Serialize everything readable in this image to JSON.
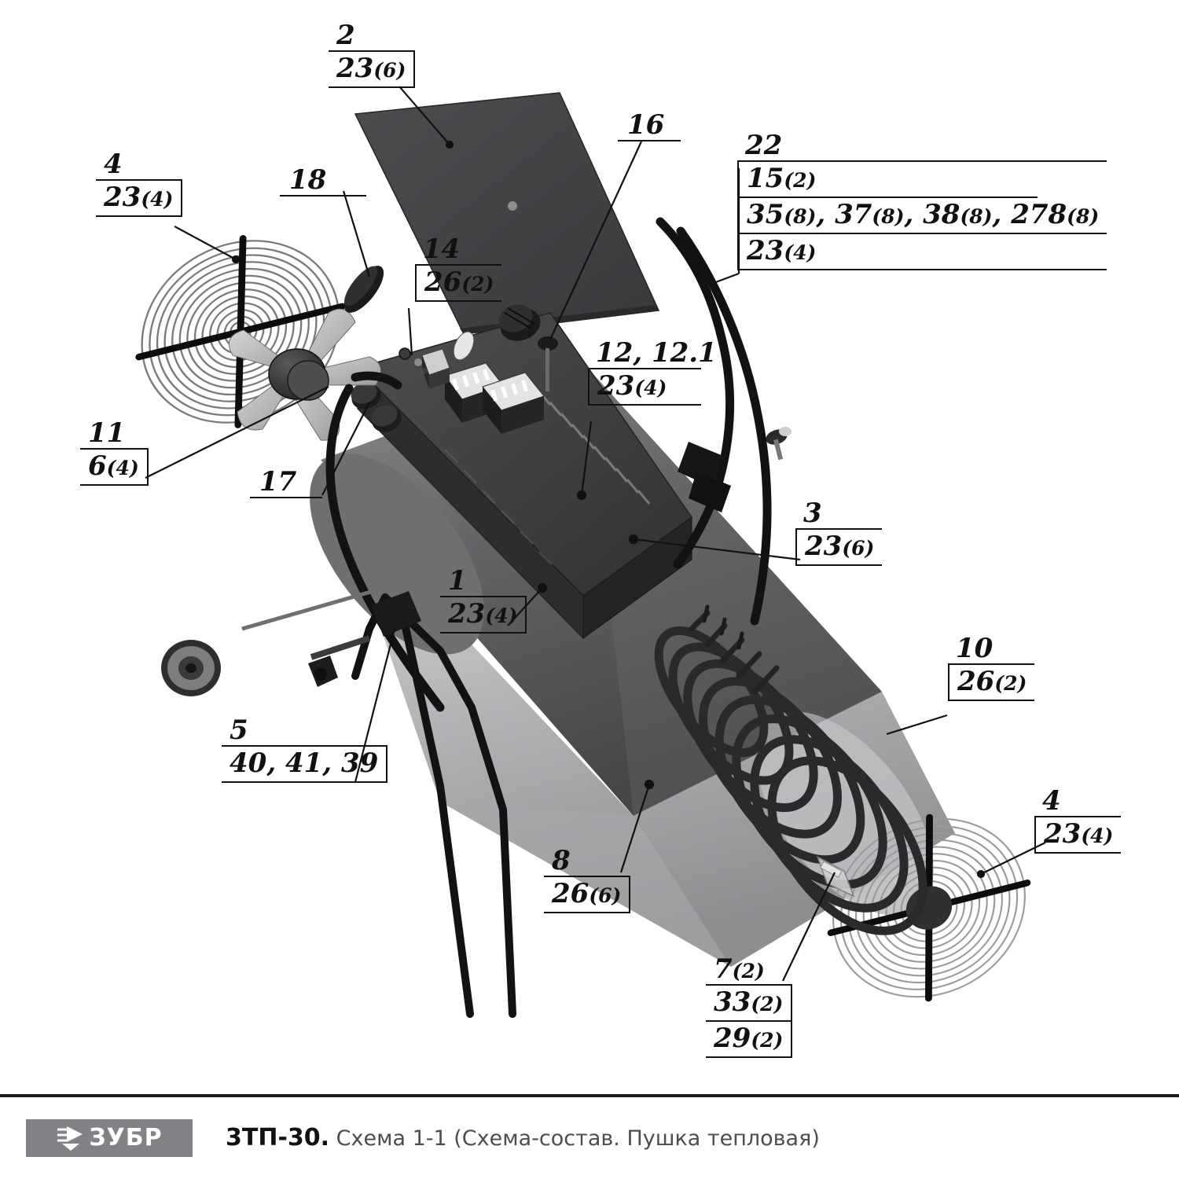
{
  "document": {
    "type": "exploded-parts-diagram",
    "brand": "ЗУБР",
    "model": "3ТП-30.",
    "title_suffix": "Схема 1-1 (Схема-состав. Пушка тепловая)"
  },
  "callouts": [
    {
      "id": "c2",
      "num": "2",
      "rows": [
        {
          "part": "23",
          "qty": "(6)"
        }
      ]
    },
    {
      "id": "c4a",
      "num": "4",
      "rows": [
        {
          "part": "23",
          "qty": "(4)"
        }
      ]
    },
    {
      "id": "c18",
      "num": "18",
      "rows": []
    },
    {
      "id": "c14",
      "num": "14",
      "rows": [
        {
          "part": "26",
          "qty": "(2)"
        }
      ]
    },
    {
      "id": "c16",
      "num": "16",
      "rows": []
    },
    {
      "id": "c22",
      "num": "22",
      "rows": [
        {
          "part": "15",
          "qty": "(2)"
        },
        {
          "part": "35",
          "qty": "(8)",
          "extra": ", 37(8), 38(8), 278(8)"
        },
        {
          "part": "23",
          "qty": "(4)"
        }
      ]
    },
    {
      "id": "c12",
      "num": "12, 12.1",
      "rows": [
        {
          "part": "23",
          "qty": "(4)"
        }
      ]
    },
    {
      "id": "c11",
      "num": "11",
      "rows": [
        {
          "part": "6",
          "qty": "(4)"
        }
      ]
    },
    {
      "id": "c17",
      "num": "17",
      "rows": []
    },
    {
      "id": "c3",
      "num": "3",
      "rows": [
        {
          "part": "23",
          "qty": "(6)"
        }
      ]
    },
    {
      "id": "c1",
      "num": "1",
      "rows": [
        {
          "part": "23",
          "qty": "(4)"
        }
      ]
    },
    {
      "id": "c5",
      "num": "5",
      "rows": [
        {
          "part": "40, 41, 39",
          "qty": ""
        }
      ]
    },
    {
      "id": "c10",
      "num": "10",
      "rows": [
        {
          "part": "26",
          "qty": "(2)"
        }
      ]
    },
    {
      "id": "c8",
      "num": "8",
      "rows": [
        {
          "part": "26",
          "qty": "(6)"
        }
      ]
    },
    {
      "id": "c4b",
      "num": "4",
      "rows": [
        {
          "part": "23",
          "qty": "(4)"
        }
      ]
    },
    {
      "id": "c7",
      "num": "7",
      "num_qty": "(2)",
      "rows": [
        {
          "part": "33",
          "qty": "(2)"
        },
        {
          "part": "29",
          "qty": "(2)"
        }
      ]
    }
  ],
  "labels": {
    "c2_num": "2",
    "c2_r1": "23",
    "c2_r1q": "(6)",
    "c4a_num": "4",
    "c4a_r1": "23",
    "c4a_r1q": "(4)",
    "c18_num": "18",
    "c14_num": "14",
    "c14_r1": "26",
    "c14_r1q": "(2)",
    "c16_num": "16",
    "c22_num": "22",
    "c22_r1": "15",
    "c22_r1q": "(2)",
    "c22_r2": "35",
    "c22_r2q": "(8)",
    "c22_r2x": ", 37",
    "c22_r2xq": "(8)",
    "c22_r2y": ", 38",
    "c22_r2yq": "(8)",
    "c22_r2z": ", 278",
    "c22_r2zq": "(8)",
    "c22_r3": "23",
    "c22_r3q": "(4)",
    "c12_num": "12, 12.1",
    "c12_r1": "23",
    "c12_r1q": "(4)",
    "c11_num": "11",
    "c11_r1": "6",
    "c11_r1q": "(4)",
    "c17_num": "17",
    "c3_num": "3",
    "c3_r1": "23",
    "c3_r1q": "(6)",
    "c1_num": "1",
    "c1_r1": "23",
    "c1_r1q": "(4)",
    "c5_num": "5",
    "c5_r1": "40, 41, 39",
    "c10_num": "10",
    "c10_r1": "26",
    "c10_r1q": "(2)",
    "c8_num": "8",
    "c8_r1": "26",
    "c8_r1q": "(6)",
    "c4b_num": "4",
    "c4b_r1": "23",
    "c4b_r1q": "(4)",
    "c7_num": "7",
    "c7_numq": "(2)",
    "c7_r1": "33",
    "c7_r1q": "(2)",
    "c7_r2": "29",
    "c7_r2q": "(2)"
  },
  "footer": {
    "logo_text": "ЗУБР",
    "model": "3ТП-30.",
    "description": "Схема 1-1 (Схема-состав. Пушка тепловая)"
  },
  "colors": {
    "line": "#111111",
    "logo_bg": "#808285",
    "body_dark": "#3a3a3c",
    "body_mid": "#6e6e70",
    "body_light": "#c9c9cb",
    "footer_text": "#4d4d4d"
  }
}
